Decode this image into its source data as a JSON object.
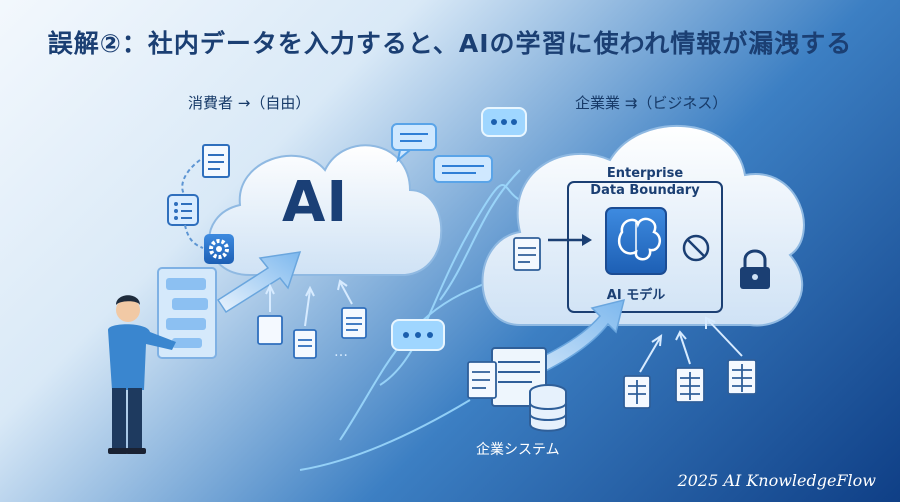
{
  "header": {
    "title": "誤解②：社内データを入力すると、AIの学習に使われ情報が漏洩する"
  },
  "left_panel": {
    "caption": "消費者 →（自由）",
    "cloud_text": "AI"
  },
  "right_panel": {
    "caption": "企業業 ⇉（ビジネス）",
    "boundary_label_line1": "Enterprise",
    "boundary_label_line2": "Data Boundary",
    "model_label": "AI モデル",
    "system_caption": "企業システム"
  },
  "footer": {
    "credit": "2025 AI KnowledgeFlow"
  },
  "colors": {
    "title": "#1b3f73",
    "accent": "#2f7fd6",
    "glow": "#8fd3ff",
    "deep_blue": "#0f3f86"
  },
  "icons": [
    "document-icon",
    "list-icon",
    "gear-icon",
    "chat-bubble-icon",
    "brain-icon",
    "no-entry-icon",
    "lock-icon",
    "database-icon",
    "monitor-icon",
    "spreadsheet-icon",
    "person-icon"
  ]
}
